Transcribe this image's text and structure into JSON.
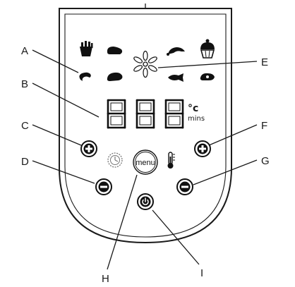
{
  "diagram": {
    "callouts": [
      "A",
      "B",
      "C",
      "D",
      "E",
      "F",
      "G",
      "H",
      "I"
    ],
    "display": {
      "unit_celsius": "°c",
      "unit_minutes": "mins"
    },
    "menu_button_label": "menu",
    "icons": {
      "row1": [
        "fries-icon",
        "steak-icon",
        "fan-icon",
        "chicken-leg-icon",
        "cupcake-icon"
      ],
      "row2": [
        "shrimp-icon",
        "meat-icon",
        "fish-icon",
        "pork-icon"
      ]
    }
  }
}
